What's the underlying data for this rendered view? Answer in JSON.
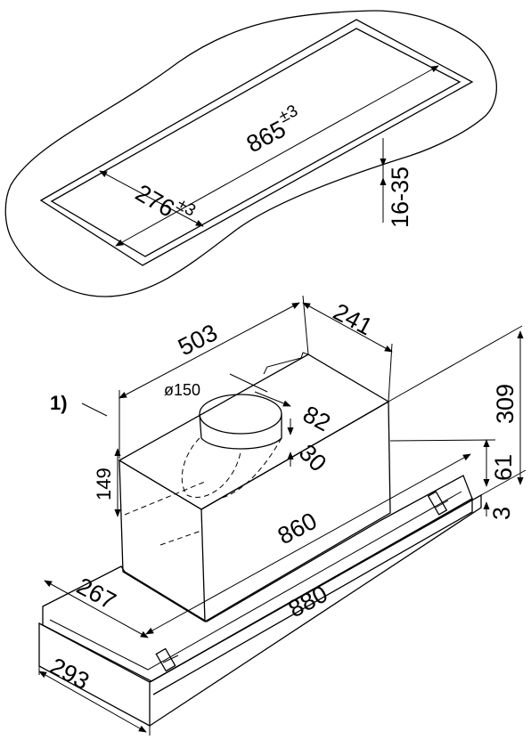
{
  "cutout": {
    "length": "865",
    "length_tol": "±3",
    "width": "276",
    "width_tol": "±3",
    "thickness": "16-35"
  },
  "hood": {
    "ref_label": "1)",
    "duct_diameter": "ø150",
    "depth_body": "503",
    "depth_top": "241",
    "height_total": "309",
    "stub_offset": "82",
    "stub_height": "30",
    "body_height": "149",
    "body_length": "860",
    "frame_height": "61",
    "glass_thickness": "3",
    "frame_depth_inner": "267",
    "frame_length": "880",
    "frame_depth": "293"
  }
}
